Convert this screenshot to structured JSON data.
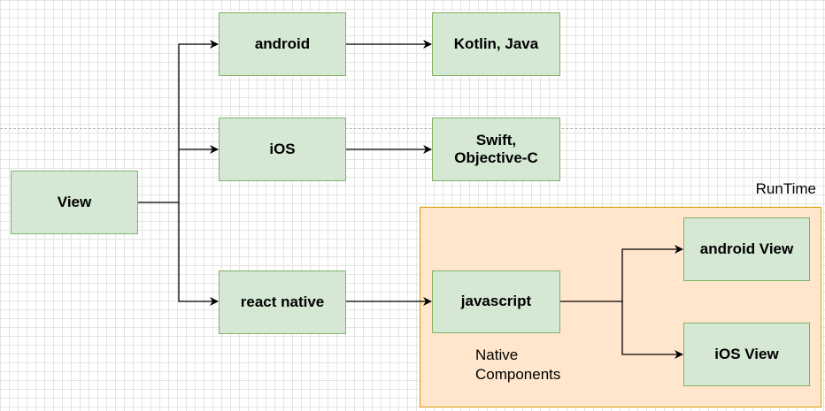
{
  "nodes": {
    "view": "View",
    "android": "android",
    "kotlin_java": "Kotlin, Java",
    "ios": "iOS",
    "swift_objc_line1": "Swift,",
    "swift_objc_line2": "Objective-C",
    "react_native": "react native",
    "javascript": "javascript",
    "android_view": "android View",
    "ios_view": "iOS View"
  },
  "labels": {
    "runtime": "RunTime",
    "native_components_line1": "Native",
    "native_components_line2": "Components"
  },
  "colors": {
    "node_fill": "#d5e8d4",
    "node_border": "#82b366",
    "runtime_fill": "#ffe6cc",
    "runtime_border": "#d79b00"
  }
}
